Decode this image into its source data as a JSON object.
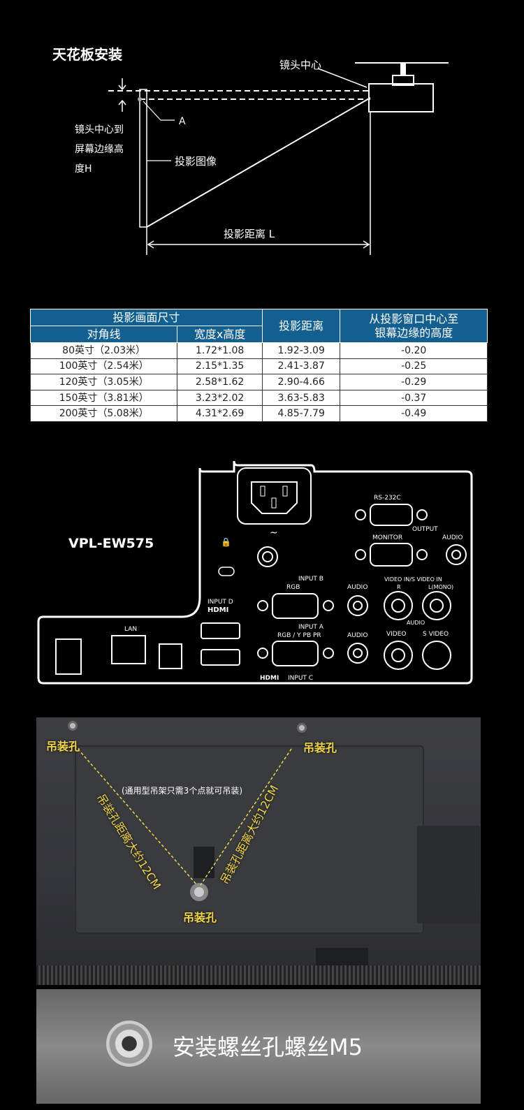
{
  "diagram": {
    "title": "天花板安装",
    "lens_center": "镜头中心",
    "lens_to_edge": [
      "镜头中心到",
      "屏幕边缘高",
      "度H"
    ],
    "point_a": "A",
    "projected_image": "投影图像",
    "distance": "投影距离 L"
  },
  "table": {
    "group_header": "投影画面尺寸",
    "col_diagonal": "对角线",
    "col_wh": "宽度x高度",
    "col_distance": "投影距离",
    "col_height": [
      "从投影窗口中心至",
      "银幕边缘的高度"
    ],
    "rows": [
      [
        "80英寸（2.03米）",
        "1.72*1.08",
        "1.92-3.09",
        "-0.20"
      ],
      [
        "100英寸（2.54米）",
        "2.15*1.35",
        "2.41-3.87",
        "-0.25"
      ],
      [
        "120英寸（3.05米）",
        "2.58*1.62",
        "2.90-4.66",
        "-0.29"
      ],
      [
        "150英寸（3.81米）",
        "3.23*2.02",
        "3.63-5.83",
        "-0.37"
      ],
      [
        "200英寸（5.08米）",
        "4.31*2.69",
        "4.85-7.79",
        "-0.49"
      ]
    ]
  },
  "panel": {
    "model": "VPL-EW575",
    "rs232c": "RS-232C",
    "output": "OUTPUT",
    "monitor": "MONITOR",
    "audio": "AUDIO",
    "input_b": "INPUT B",
    "rgb": "RGB",
    "input_a": "INPUT A",
    "rgb_ypbpr": "RGB / Y PB PR",
    "video_in": "VIDEO IN/S VIDEO IN",
    "r": "R",
    "l_mono": "L(MONO)",
    "audio_small": "AUDIO",
    "video": "VIDEO",
    "s_video": "S VIDEO",
    "input_d": "INPUT D",
    "hdmi": "HDMI",
    "input_c": "INPUT C",
    "lan": "LAN"
  },
  "photo": {
    "hole_left": "吊装孔",
    "hole_right": "吊装孔",
    "hole_bottom": "吊装孔",
    "note": "(通用型吊架只需3个点就可吊装)",
    "dist_left": "吊装孔距离大约12CM",
    "dist_right": "吊装孔距离大约12CM"
  },
  "banner": {
    "text": "安装螺丝孔螺丝M5"
  }
}
